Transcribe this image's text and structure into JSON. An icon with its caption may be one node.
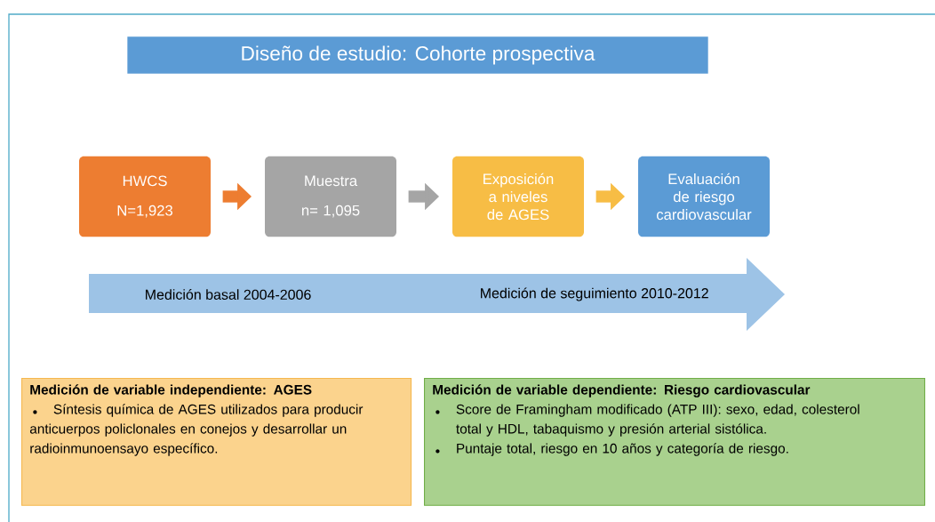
{
  "diagram": {
    "title": "Diseño de estudio: Cohorte prospectiva",
    "nodes": [
      {
        "text": [
          "HWCS",
          "N=1,923"
        ]
      },
      {
        "text": [
          "Muestra",
          "n= 1,095"
        ]
      },
      {
        "text": [
          "Exposición a niveles de AGES"
        ]
      },
      {
        "text": [
          "Evaluación de riesgo cardiovascular"
        ]
      },
      {
        "text": [
          "Medición basal 2004-2006",
          "Medición de seguimiento 2010-2012"
        ]
      },
      {
        "text": [
          "Medición de variable independiente: AGES",
          "Síntesis química de AGES utilizados para producir anticuerpos policlonales en conejos y desarrollar un radioinmunoensayo específico."
        ]
      },
      {
        "text": [
          "Medición de variable dependiente: Riesgo cardiovascular",
          "Score de Framingham modificado (ATP III): sexo, edad, colesterol total y HDL, tabaquismo y presión arterial sistólica.",
          "Puntaje total, riesgo en 10 años y categoría de riesgo."
        ]
      }
    ],
    "edges": [
      {
        "from": 0,
        "to": 1,
        "arrow": "to",
        "color": "#ed7d31"
      },
      {
        "from": 1,
        "to": 2,
        "arrow": "to",
        "color": "#a5a5a5"
      },
      {
        "from": 2,
        "to": 3,
        "arrow": "to",
        "color": "#f7bd45"
      }
    ]
  }
}
